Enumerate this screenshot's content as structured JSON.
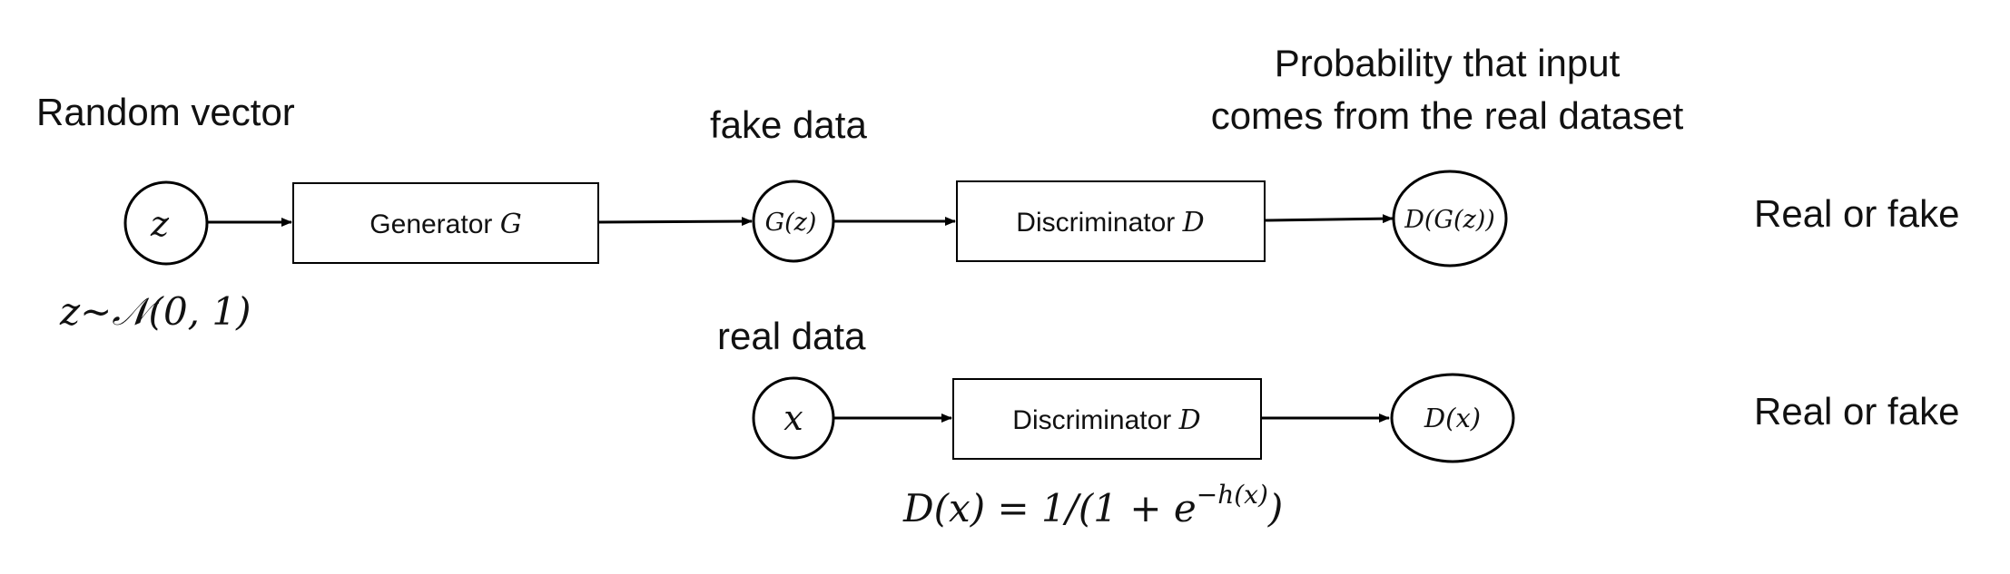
{
  "labels": {
    "random_vector": "Random vector",
    "fake_data": "fake data",
    "real_data": "real data",
    "probability_line1": "Probability that input",
    "probability_line2": "comes from the real dataset",
    "real_or_fake_top": "Real or fake",
    "real_or_fake_bottom": "Real or fake"
  },
  "nodes": {
    "z": "z",
    "gz": "G(z)",
    "dgz": "D(G(z))",
    "x": "x",
    "dx": "D(x)"
  },
  "boxes": {
    "generator_text": "Generator ",
    "generator_var": "G",
    "discriminator_top_text": "Discriminator ",
    "discriminator_top_var": "D",
    "discriminator_bottom_text": "Discriminator ",
    "discriminator_bottom_var": "D"
  },
  "formulas": {
    "z_dist": "z~𝒩(0, 1)",
    "dx_main": "D(x) = 1/(1 + e",
    "dx_exp": "−h(x)",
    "dx_close": ")"
  }
}
